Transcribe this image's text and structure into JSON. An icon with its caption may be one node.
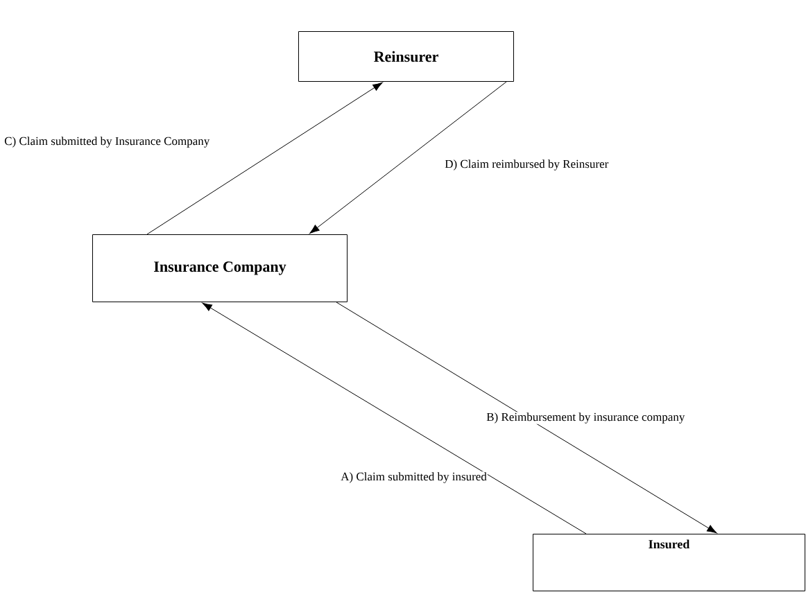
{
  "diagram": {
    "nodes": [
      {
        "text": [
          "Reinsurer"
        ]
      },
      {
        "text": [
          "Insurance Company"
        ]
      },
      {
        "text": [
          "Insured"
        ]
      }
    ],
    "edges": [
      {
        "from": 2,
        "to": 1,
        "arrow": "to",
        "label": "A)  Claim submitted by insured"
      },
      {
        "from": 1,
        "to": 2,
        "arrow": "to",
        "label": "B) Reimbursement by insurance company"
      },
      {
        "from": 1,
        "to": 0,
        "arrow": "to",
        "label": "C) Claim submitted by Insurance Company"
      },
      {
        "from": 0,
        "to": 1,
        "arrow": "to",
        "label": "D) Claim reimbursed by Reinsurer"
      }
    ]
  }
}
